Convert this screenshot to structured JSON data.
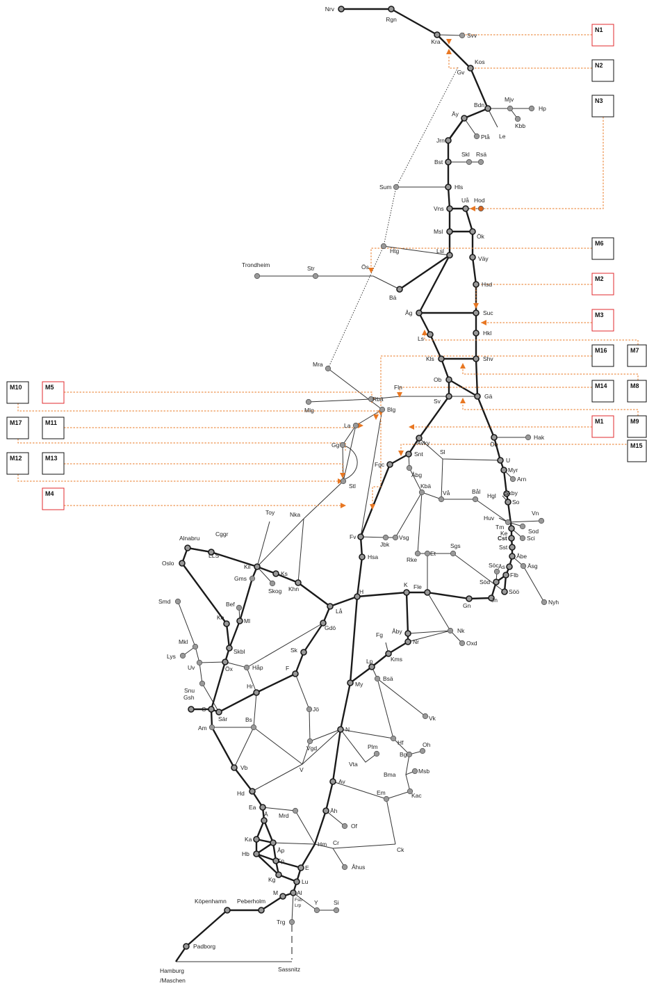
{
  "colors": {
    "main_line": "#1a1a1a",
    "branch_line": "#333333",
    "node_fill": "#999999",
    "node_stroke": "#1a1a1a",
    "link_dashed": "#e87722",
    "arrow": "#e87722",
    "box_red": "#e0282e",
    "box_black": "#111111",
    "hod_fill": "#d9661f"
  },
  "stations": {
    "Nrv": "Nrv",
    "Rgn": "Rgn",
    "Kra": "Kra",
    "Svv": "Svv",
    "Kos": "Kos",
    "Gv": "Gv",
    "Bdn": "Bdn",
    "Mjv": "Mjv",
    "Hp": "Hp",
    "Kbb": "Kbb",
    "Le": "Le",
    "Ay": "Äy",
    "Pta": "Ptå",
    "Jrn": "Jrn",
    "Bst": "Bst",
    "Skl": "Skl",
    "Rsa": "Rsä",
    "Sum": "Sum",
    "Hls": "Hls",
    "Vns": "Vns",
    "Ua": "Uå",
    "Hod": "Hod",
    "Msl": "Msl",
    "Ok": "Ök",
    "Htg": "Htg",
    "Lsl": "Lsl",
    "Vay": "Väy",
    "Trondheim": "Trondheim",
    "Str": "Str",
    "Os": "Ös",
    "Ba": "Bä",
    "Hsd": "Hsd",
    "Ag": "Åg",
    "Suc": "Suc",
    "Hkl": "Hkl",
    "Ls": "Ls",
    "Kls": "Kls",
    "Shv": "Shv",
    "Mra": "Mra",
    "Ob": "Ob",
    "Fln": "Fln",
    "Sv": "Sv",
    "Ga": "Gä",
    "Rba": "Rbä",
    "Blg": "Blg",
    "Mlg": "Mlg",
    "La": "La",
    "Avky": "Avky",
    "Oh": "Öh",
    "Hak": "Hak",
    "Gg": "Gg",
    "Sl": "Sl",
    "U": "U",
    "Fgc": "Fgc",
    "Snt": "Snt",
    "Myr": "Myr",
    "Abg": "Åbg",
    "Arn": "Arn",
    "Stl": "Stl",
    "Skby": "Skby",
    "Hgl": "Hgl",
    "So": "So",
    "Kba": "Kbä",
    "Va": "Vå",
    "Bal": "Bål",
    "Vn": "Vn",
    "Toy": "Toy",
    "Huv": "Huv",
    "Tm": "Tm",
    "Sod": "Sod",
    "Ke": "Ke",
    "Cst": "Cst",
    "Sci": "Sci",
    "Sst": "Sst",
    "Alnabru": "Alnabru",
    "Cggr": "Cggr",
    "Nka": "Nka",
    "LLS": "LLS",
    "Fv": "Fv",
    "Jbk": "Jbk",
    "Vsg": "Vsg",
    "Sgs": "Sgs",
    "Abe": "Åbe",
    "Rke": "Rke",
    "Et": "Et",
    "Hsa": "Hsa",
    "Asg": "Äsg",
    "As": "Äs",
    "Oslo": "Oslo",
    "Kil": "Kil",
    "Ks": "Ks",
    "Gms": "Gms",
    "Skog": "Skog",
    "Khn": "Khn",
    "Soc": "Söc",
    "Flb": "Flb",
    "K": "K",
    "Fle": "Fle",
    "Sodd": "Söd",
    "Soo": "Söö",
    "H": "H",
    "Smd": "Smd",
    "Bef": "Bef",
    "Nyh": "Nyh",
    "Gn": "Gn",
    "Jn": "Jn",
    "Ml": "Ml",
    "Lao": "Lå",
    "Ko": "Ko",
    "Gdo": "Gdö",
    "Aby": "Åby",
    "Nk": "Nk",
    "Oxd": "Oxd",
    "Fg": "Fg",
    "Nr": "Nr",
    "Mkl": "Mkl",
    "Skbl": "Skbl",
    "Sk": "Sk",
    "Lys": "Lys",
    "Kms": "Kms",
    "Uv": "Uv",
    "Hap": "Håp",
    "Lp": "Lp",
    "Ox": "Öx",
    "Bsa": "Bsä",
    "F": "F",
    "Snu": "Snu",
    "My": "My",
    "Hr": "Hr",
    "Gsh": "Gsh",
    "G": "G",
    "Vk": "Vk",
    "Sar": "Sär",
    "Jo": "Jö",
    "Am": "Am",
    "Bs": "Bs",
    "N": "N",
    "Hf": "Hf",
    "Plm": "Plm",
    "Ohp": "Oh",
    "Bg": "Bg",
    "Vgd": "Vgd",
    "Vta": "Vta",
    "Vb": "Vb",
    "V": "V",
    "Msb": "Msb",
    "Bma": "Bma",
    "Av": "Av",
    "Kac": "Kac",
    "Hd": "Hd",
    "Em": "Em",
    "Ea": "Ea",
    "Ah": "Äh",
    "Mrd": "Mrd",
    "Of": "Of",
    "A": "Ä",
    "Ka": "Ka",
    "Hm": "Hm",
    "Ap": "Åp",
    "Ck": "Ck",
    "Cr": "Cr",
    "Hb": "Hb",
    "Tp": "Tp",
    "E": "E",
    "Ahus": "Åhus",
    "Kg": "Kg",
    "Lu": "Lu",
    "Al": "Al",
    "M": "M",
    "Fsb": "Fsb",
    "Lrp": "Lrp",
    "Kopenhamn": "Köpenhamn",
    "Peberholm": "Peberholm",
    "Y": "Y",
    "Si": "Si",
    "Trg": "Trg",
    "Padborg": "Padborg",
    "Hamburg": "Hamburg",
    "Maschen": "/Maschen",
    "Sassnitz": "Sassnitz"
  },
  "boxes": {
    "N1": "N1",
    "N2": "N2",
    "N3": "N3",
    "M6": "M6",
    "M2": "M2",
    "M3": "M3",
    "M16": "M16",
    "M7": "M7",
    "M14": "M14",
    "M8": "M8",
    "M1": "M1",
    "M9": "M9",
    "M15": "M15",
    "M10": "M10",
    "M5": "M5",
    "M17": "M17",
    "M11": "M11",
    "M12": "M12",
    "M13": "M13",
    "M4": "M4"
  }
}
